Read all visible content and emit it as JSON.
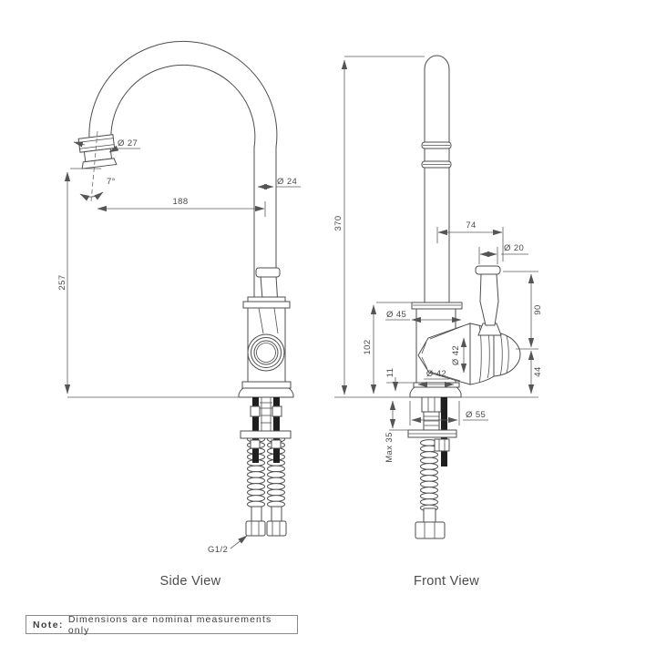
{
  "views": {
    "side": {
      "label": "Side View",
      "dims": {
        "spout_diameter": "Ø 27",
        "spout_angle": "7°",
        "spout_reach": "188",
        "tube_diameter": "Ø 24",
        "outlet_height": "257",
        "thread": "G1/2"
      }
    },
    "front": {
      "label": "Front View",
      "dims": {
        "overall_height": "370",
        "handle_offset": "74",
        "handle_diameter": "Ø 20",
        "body_diameter": "Ø 45",
        "body_height": "102",
        "cartridge_diameter": "Ø 42",
        "base_body_diameter": "Ø 42",
        "skirt_height": "11",
        "handle_length": "90",
        "cartridge_height": "44",
        "base_diameter": "Ø 55",
        "max_bench_thickness": "Max 35"
      }
    }
  },
  "note": {
    "prefix": "Note:",
    "text": "Dimensions are nominal measurements only"
  },
  "colors": {
    "line": "#4e4e4e",
    "dim_line": "#5c5c5c",
    "text": "#4a4a4a",
    "rod": "#1f1f1f"
  }
}
